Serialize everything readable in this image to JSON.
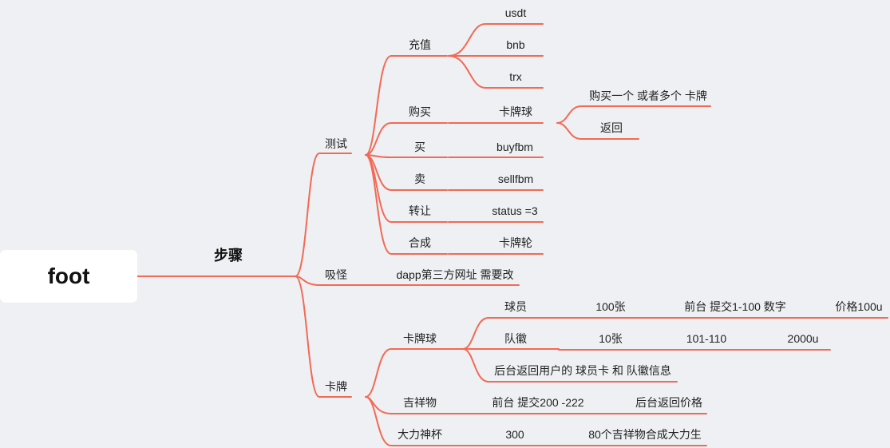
{
  "root": "foot",
  "steps": "步骤",
  "branches": {
    "test": {
      "label": "测试",
      "recharge": {
        "label": "充值",
        "usdt": "usdt",
        "bnb": "bnb",
        "trx": "trx"
      },
      "buy": {
        "label": "购买",
        "card_ball": "卡牌球",
        "buy_one_or_more": "购买一个 或者多个 卡牌",
        "return": "返回"
      },
      "purchase": {
        "label": "买",
        "value": "buyfbm"
      },
      "sell": {
        "label": "卖",
        "value": "sellfbm"
      },
      "transfer": {
        "label": "转让",
        "value": "status =3"
      },
      "synthesize": {
        "label": "合成",
        "value": "卡牌轮"
      }
    },
    "monster": {
      "label": "吸怪",
      "value": "dapp第三方网址 需要改"
    },
    "cards": {
      "label": "卡牌",
      "card_ball": {
        "label": "卡牌球",
        "player": {
          "label": "球员",
          "count": "100张",
          "frontend": "前台 提交1-100 数字",
          "price": "价格100u"
        },
        "badge": {
          "label": "队徽",
          "count": "10张",
          "range": "101-110",
          "price": "2000u"
        },
        "backend": "后台返回用户的 球员卡 和  队徽信息"
      },
      "mascot": {
        "label": "吉祥物",
        "frontend": "前台 提交200 -222",
        "backend": "后台返回价格"
      },
      "hercules_cup": {
        "label": "大力神杯",
        "value": "300",
        "note": "80个吉祥物合成大力生"
      }
    }
  }
}
